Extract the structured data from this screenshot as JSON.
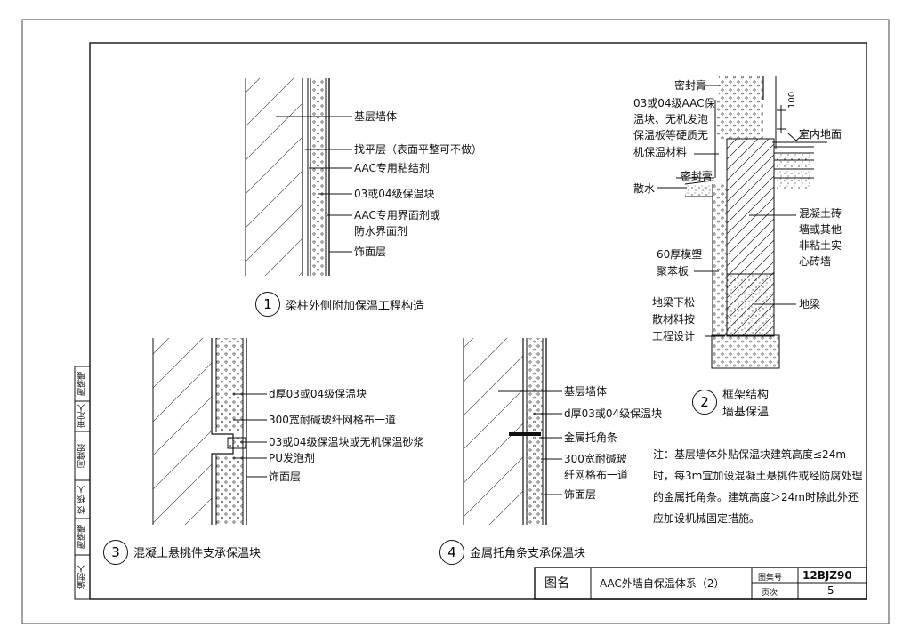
{
  "detail1": {
    "number": "1",
    "caption": "梁柱外侧附加保温工程构造",
    "labels": [
      "基层墙体",
      "找平层（表面平整可不做）",
      "AAC专用粘结剂",
      "03或04级保温块",
      "AAC专用界面剂或",
      "防水界面剂",
      "饰面层"
    ]
  },
  "detail2": {
    "number": "2",
    "caption_lines": [
      "框架结构",
      "墙基保温"
    ],
    "dim": "100",
    "labels": {
      "sealant_top": "密封膏",
      "insulation": [
        "03或04级AAC保",
        "温块、无机发泡",
        "保温板等硬质无",
        "机保温材料"
      ],
      "indoor": "室内地面",
      "sealant_mid": "密封膏",
      "apron": "散水",
      "wall": [
        "混凝土砖",
        "墙或其他",
        "非粘土实",
        "心砖墙"
      ],
      "eps": [
        "60厚模塑",
        "聚苯板"
      ],
      "beam": "地梁",
      "loose": [
        "地梁下松",
        "散材料按",
        "工程设计"
      ]
    }
  },
  "detail3": {
    "number": "3",
    "caption": "混凝土悬挑件支承保温块",
    "labels": [
      "d厚03或04级保温块",
      "300宽耐碱玻纤网格布一道",
      "03或04级保温块或无机保温砂浆",
      "PU发泡剂",
      "饰面层"
    ]
  },
  "detail4": {
    "number": "4",
    "caption": "金属托角条支承保温块",
    "labels": [
      "基层墙体",
      "d厚03或04级保温块",
      "金属托角条",
      "300宽耐碱玻",
      "纤网格布一道",
      "饰面层"
    ]
  },
  "note": "注：基层墙体外贴保温块建筑高度≤24m时，每3m宜加设混凝土悬挑件或经防腐处理的金属托角条。建筑高度＞24m时除此外还应加设机械固定措施。",
  "titleblock": {
    "name_label": "图名",
    "name": "AAC外墙自保温体系（2）",
    "atlas_label": "图集号",
    "atlas": "12BJZ90",
    "page_label": "页次",
    "page": "5"
  },
  "sidebar": [
    "编制人",
    "陶晓曦",
    "校 核 人",
    "闫健宏",
    "审定人",
    "陶晓曦"
  ]
}
